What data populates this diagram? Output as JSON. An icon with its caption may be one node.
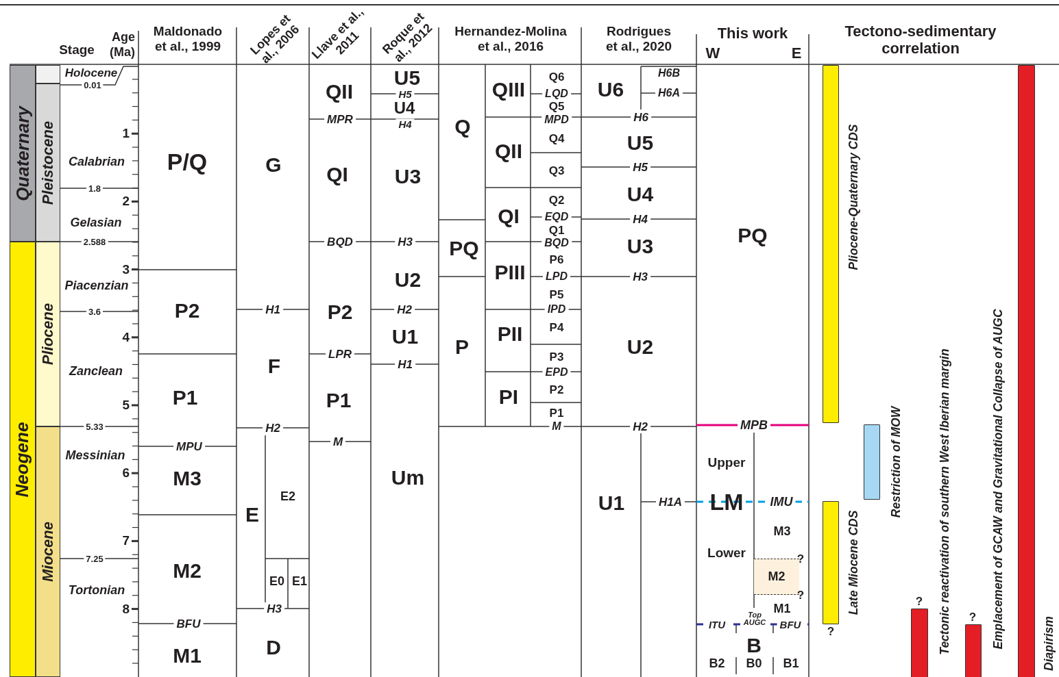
{
  "diagram": {
    "nodes": [
      {
        "text": [
          "Quaternary"
        ]
      },
      {
        "text": [],
        "shape": "box"
      },
      {
        "text": [
          "Pleistocene"
        ]
      },
      {
        "text": [
          "Neogene"
        ]
      },
      {
        "text": [
          "Pliocene"
        ]
      },
      {
        "text": [
          "Miocene"
        ]
      },
      {
        "text": [
          "M2"
        ]
      },
      {
        "text": [],
        "shape": "bar",
        "beside": [
          "Pliocene-Quaternary CDS"
        ]
      },
      {
        "text": [],
        "shape": "bar",
        "beside": [
          "Restriction of MOW"
        ]
      },
      {
        "text": [],
        "shape": "bar",
        "beside": [
          "Late Miocene CDS"
        ]
      },
      {
        "text": [],
        "shape": "bar",
        "beside": [
          "Tectonic reactivation of southern West Iberian margin"
        ]
      },
      {
        "text": [],
        "shape": "bar",
        "beside": [
          "Emplacement of GCAW and Gravitational Collapse of AUGC"
        ]
      },
      {
        "text": [],
        "shape": "bar",
        "beside": [
          "Diapirism"
        ]
      }
    ],
    "labels": [
      "Stage",
      "Age (Ma)",
      "Maldonado et al., 1999",
      "Lopes et al., 2006",
      "Llave et al., 2011",
      "Roque et al., 2012",
      "Hernandez-Molina et al., 2016",
      "Rodrigues et al., 2020",
      "This work",
      "W",
      "E",
      "Tectono-sedimentary correlation",
      "Holocene",
      "0.01",
      "Calabrian",
      "1.8",
      "Gelasian",
      "2.588",
      "Piacenzian",
      "3.6",
      "Zanclean",
      "5.33",
      "Messinian",
      "7.25",
      "Tortonian",
      "1",
      "2",
      "3",
      "4",
      "5",
      "6",
      "7",
      "8",
      "P/Q",
      "P2",
      "P1",
      "MPU",
      "M3",
      "M2",
      "BFU",
      "M1",
      "G",
      "H1",
      "F",
      "H2",
      "E2",
      "E",
      "E0",
      "E1",
      "H3",
      "D",
      "QII",
      "MPR",
      "QI",
      "BQD",
      "P2",
      "LPR",
      "P1",
      "M",
      "U5",
      "H5",
      "U4",
      "H4",
      "U3",
      "H3",
      "U2",
      "H2",
      "U1",
      "H1",
      "Um",
      "Q",
      "PQ",
      "P",
      "QIII",
      "QII",
      "QI",
      "PIII",
      "PII",
      "PI",
      "Q6",
      "LQD",
      "Q5",
      "MPD",
      "Q4",
      "Q3",
      "Q2",
      "EQD",
      "Q1",
      "BQD",
      "P6",
      "LPD",
      "P5",
      "IPD",
      "P4",
      "P3",
      "EPD",
      "P2",
      "P1",
      "M",
      "U6",
      "H6B",
      "H6A",
      "H6",
      "U5",
      "H5",
      "U4",
      "H4",
      "U3",
      "H3",
      "U2",
      "H2",
      "U1",
      "H1A",
      "PQ",
      "MPB",
      "Upper",
      "LM",
      "IMU",
      "M3",
      "Lower",
      "?",
      "?",
      "M1",
      "ITU",
      "Top AUGC",
      "BFU",
      "B",
      "B2",
      "B0",
      "B1",
      "?",
      "?",
      "?"
    ]
  }
}
